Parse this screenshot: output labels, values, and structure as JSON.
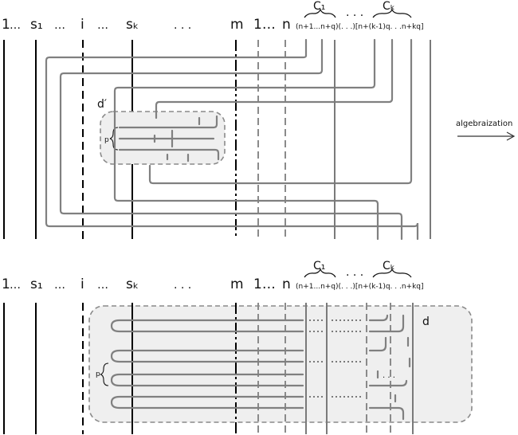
{
  "top": {
    "labels": {
      "one": "1",
      "dots1": "…",
      "s1": "s₁",
      "dots2": "…",
      "i": "i",
      "dots3": "…",
      "sk": "sₖ",
      "dots4": ". . .",
      "m": "m",
      "one_n": "1…",
      "n": "n",
      "range": "(n+1...n+q)(. . .)[n+(k-1)q. . .n+kq]",
      "c1": "C₁",
      "cdots": ". . .",
      "ck": "Cₖ",
      "box_name": "d′",
      "p": "p"
    }
  },
  "arrow_label": "algebraization",
  "bottom": {
    "labels": {
      "one": "1",
      "dots1": "…",
      "s1": "s₁",
      "dots2": "…",
      "i": "i",
      "dots3": "…",
      "sk": "sₖ",
      "dots4": ". . .",
      "m": "m",
      "one_n": "1…",
      "n": "n",
      "range": "(n+1...n+q)(. . .)[n+(k-1)q. . .n+kq]",
      "c1": "C₁",
      "cdots": ". . .",
      "ck": "Cₖ",
      "box_name": "d",
      "p": "p",
      "inner_dots": ". . ."
    }
  }
}
